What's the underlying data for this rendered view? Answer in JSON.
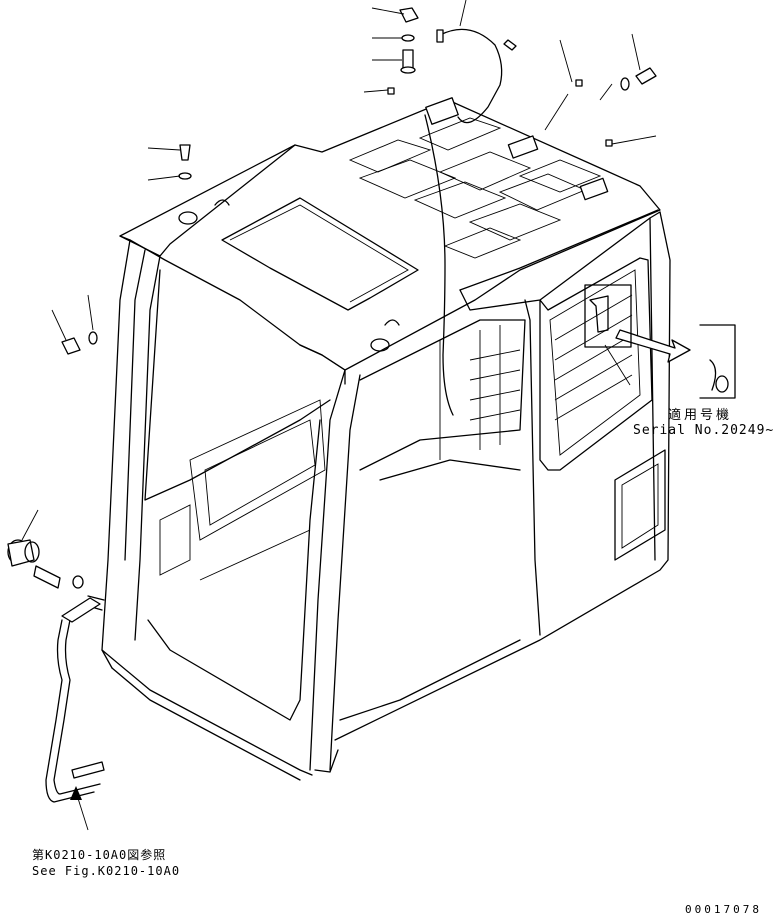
{
  "labels": {
    "serial_ja": "適用号機",
    "serial_en": "Serial No.20249~",
    "ref_ja": "第K0210-10A0図参照",
    "ref_en": "See Fig.K0210-10A0",
    "drawing_no": "00017078"
  },
  "colors": {
    "line": "#000000",
    "background": "#ffffff"
  }
}
